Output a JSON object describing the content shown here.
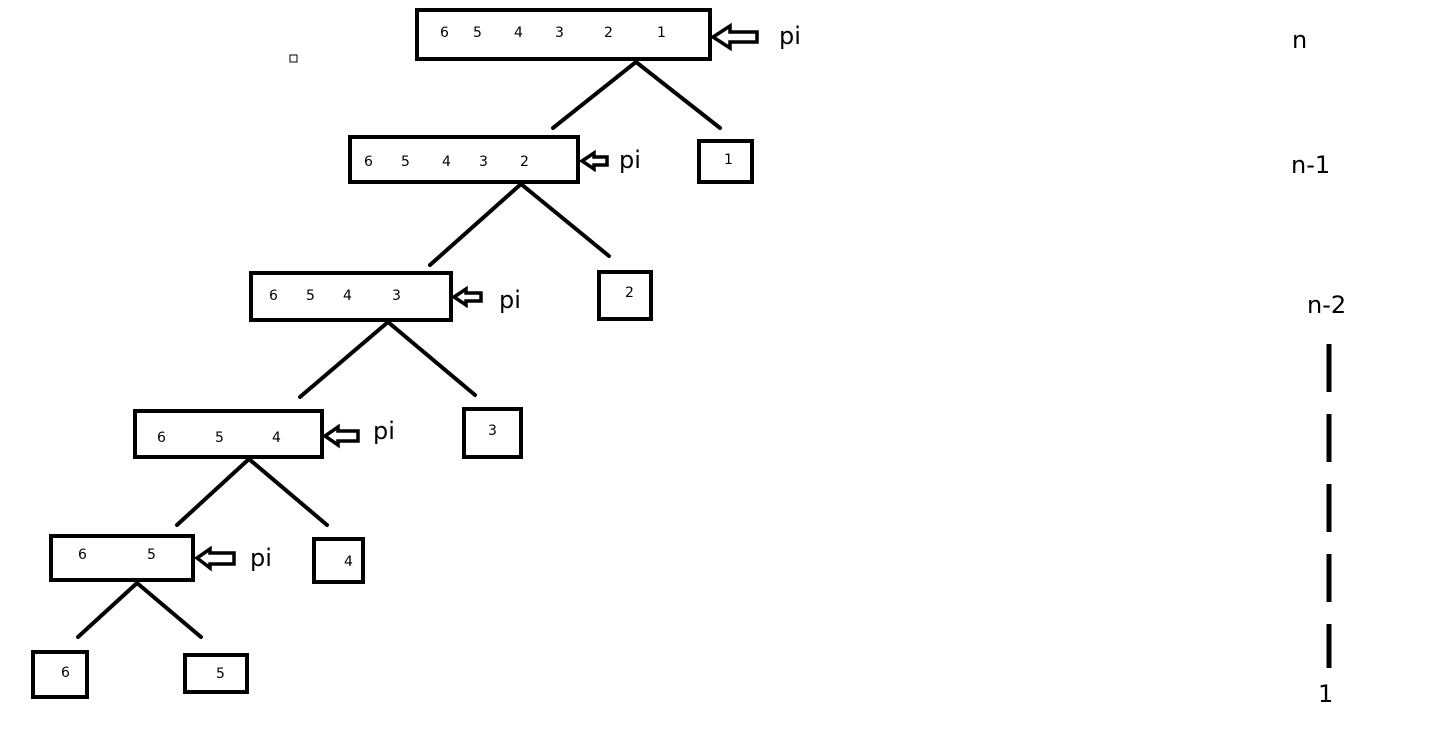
{
  "diagram": {
    "levels": [
      {
        "array": [
          "6",
          "5",
          "4",
          "3",
          "2",
          "1"
        ],
        "pivot_label": "pi",
        "leaf": "1"
      },
      {
        "array": [
          "6",
          "5",
          "4",
          "3",
          "2"
        ],
        "pivot_label": "pi",
        "leaf": "2"
      },
      {
        "array": [
          "6",
          "5",
          "4",
          "3"
        ],
        "pivot_label": "pi",
        "leaf": "3"
      },
      {
        "array": [
          "6",
          "5",
          "4"
        ],
        "pivot_label": "pi",
        "leaf": "4"
      },
      {
        "array": [
          "6",
          "5"
        ],
        "pivot_label": "pi",
        "leaf": "5"
      }
    ],
    "bottom_leaf": "6",
    "depth_labels": {
      "top": "n",
      "second": "n-1",
      "third": "n-2",
      "bottom": "1"
    }
  }
}
